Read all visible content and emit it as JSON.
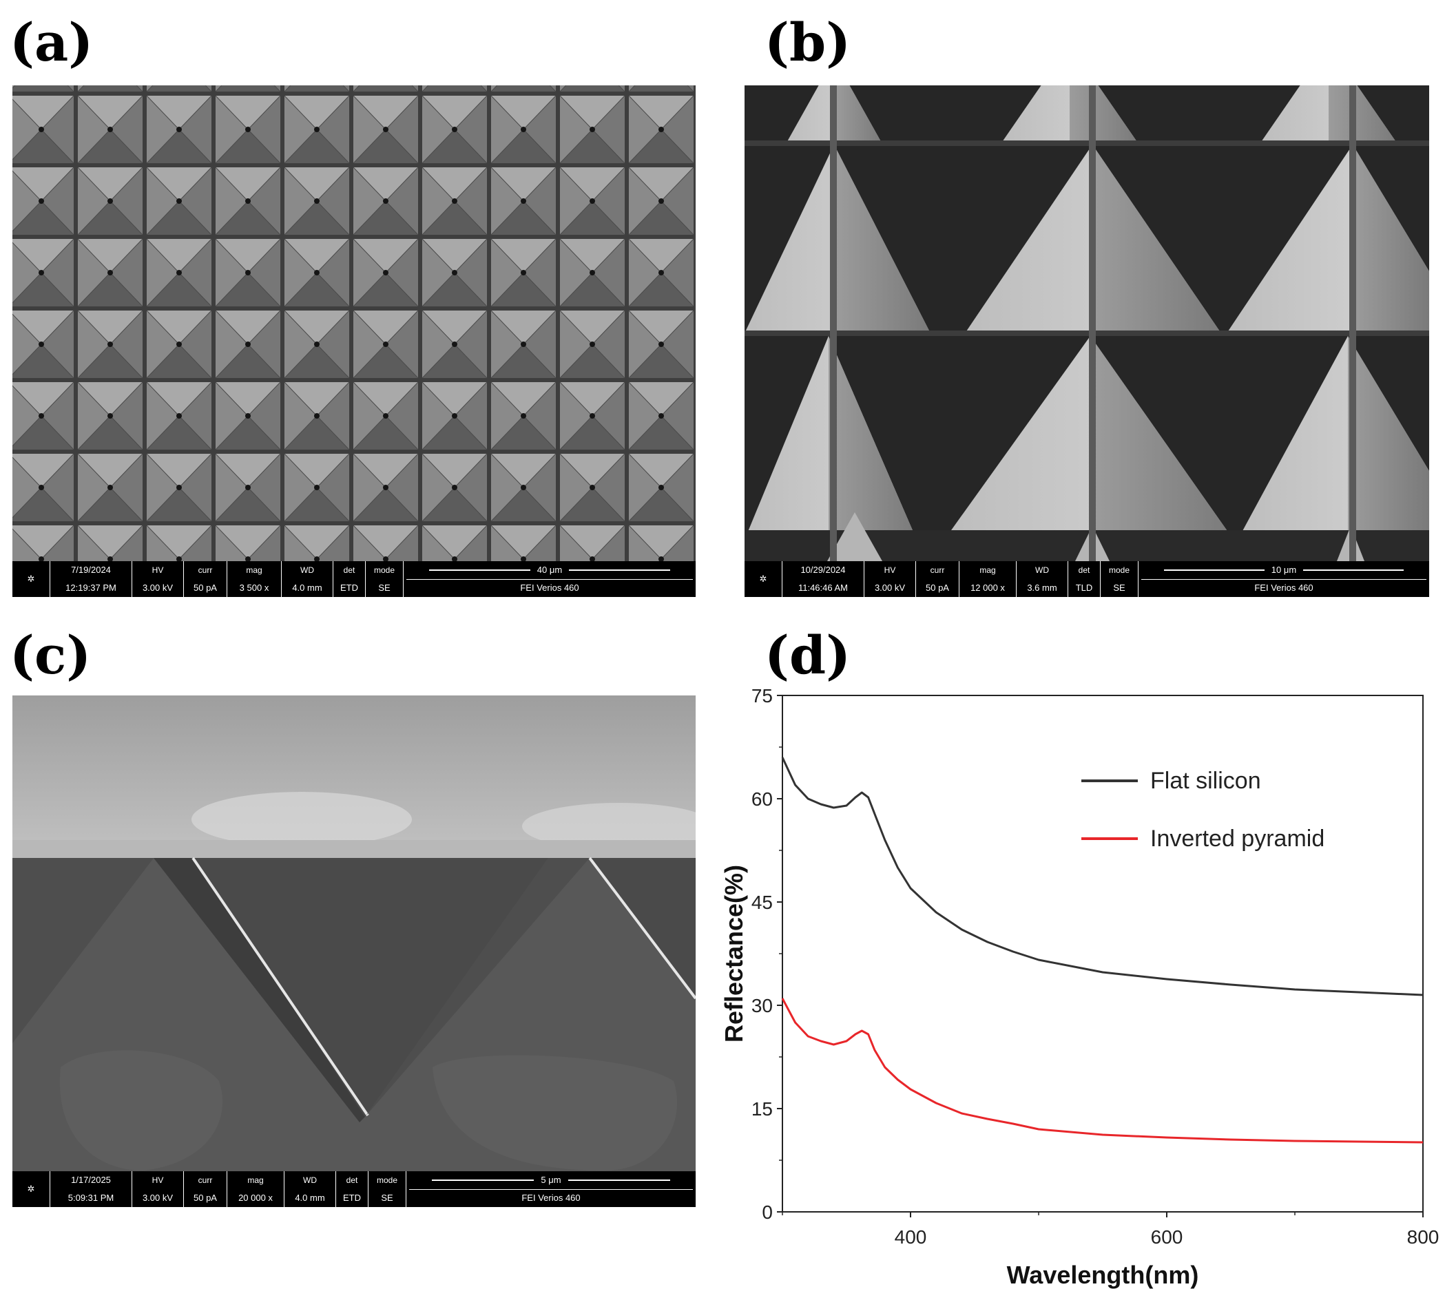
{
  "panels": {
    "a": {
      "label": "(a)",
      "databar": {
        "date": "7/19/2024",
        "time": "12:19:37 PM",
        "hv_label": "HV",
        "hv": "3.00 kV",
        "curr_label": "curr",
        "curr": "50 pA",
        "mag_label": "mag",
        "mag": "3 500 x",
        "wd_label": "WD",
        "wd": "4.0 mm",
        "det_label": "det",
        "det": "ETD",
        "mode_label": "mode",
        "mode": "SE",
        "scale": "40 μm",
        "instrument": "FEI Verios 460"
      }
    },
    "b": {
      "label": "(b)",
      "databar": {
        "date": "10/29/2024",
        "time": "11:46:46 AM",
        "hv_label": "HV",
        "hv": "3.00 kV",
        "curr_label": "curr",
        "curr": "50 pA",
        "mag_label": "mag",
        "mag": "12 000 x",
        "wd_label": "WD",
        "wd": "3.6 mm",
        "det_label": "det",
        "det": "TLD",
        "mode_label": "mode",
        "mode": "SE",
        "scale": "10 μm",
        "instrument": "FEI Verios 460"
      }
    },
    "c": {
      "label": "(c)",
      "databar": {
        "date": "1/17/2025",
        "time": "5:09:31 PM",
        "hv_label": "HV",
        "hv": "3.00 kV",
        "curr_label": "curr",
        "curr": "50 pA",
        "mag_label": "mag",
        "mag": "20 000 x",
        "wd_label": "WD",
        "wd": "4.0 mm",
        "det_label": "det",
        "det": "ETD",
        "mode_label": "mode",
        "mode": "SE",
        "scale": "5 μm",
        "instrument": "FEI Verios 460"
      }
    },
    "d": {
      "label": "(d)"
    }
  },
  "chart_data": {
    "type": "line",
    "xlabel": "Wavelength(nm)",
    "ylabel": "Reflectance(%)",
    "xlim": [
      300,
      800
    ],
    "ylim": [
      0,
      75
    ],
    "xticks": [
      400,
      600,
      800
    ],
    "yticks": [
      0,
      15,
      30,
      45,
      60,
      75
    ],
    "legend_position": "top-right",
    "grid": false,
    "series": [
      {
        "name": "Flat silicon",
        "color": "#333333",
        "x": [
          300,
          310,
          320,
          330,
          340,
          350,
          357,
          362,
          367,
          372,
          380,
          390,
          400,
          420,
          440,
          460,
          480,
          500,
          550,
          600,
          650,
          700,
          750,
          800
        ],
        "y": [
          66,
          62,
          60,
          59.2,
          58.7,
          59.0,
          60.2,
          60.9,
          60.2,
          57.8,
          54.0,
          50.0,
          47.0,
          43.5,
          41.0,
          39.2,
          37.8,
          36.6,
          34.8,
          33.8,
          33.0,
          32.3,
          31.9,
          31.5
        ]
      },
      {
        "name": "Inverted pyramid",
        "color": "#e8262a",
        "x": [
          300,
          310,
          320,
          330,
          340,
          350,
          357,
          362,
          367,
          372,
          380,
          390,
          400,
          420,
          440,
          460,
          480,
          500,
          550,
          600,
          650,
          700,
          750,
          800
        ],
        "y": [
          31,
          27.5,
          25.5,
          24.8,
          24.3,
          24.8,
          25.8,
          26.3,
          25.8,
          23.5,
          21.0,
          19.2,
          17.8,
          15.8,
          14.3,
          13.5,
          12.8,
          12.0,
          11.2,
          10.8,
          10.5,
          10.3,
          10.2,
          10.1
        ]
      }
    ]
  }
}
